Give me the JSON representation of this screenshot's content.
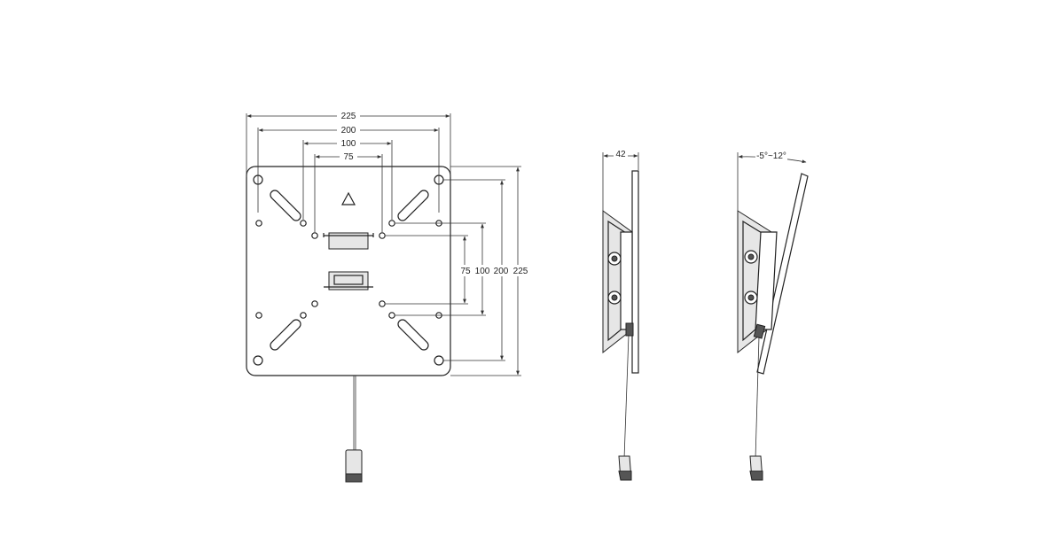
{
  "front_view": {
    "width_dims": [
      "225",
      "200",
      "100",
      "75"
    ],
    "height_dims": [
      "75",
      "100",
      "200",
      "225"
    ]
  },
  "side_view": {
    "depth_label": "42"
  },
  "tilt_view": {
    "tilt_label": "-5°~12°"
  }
}
